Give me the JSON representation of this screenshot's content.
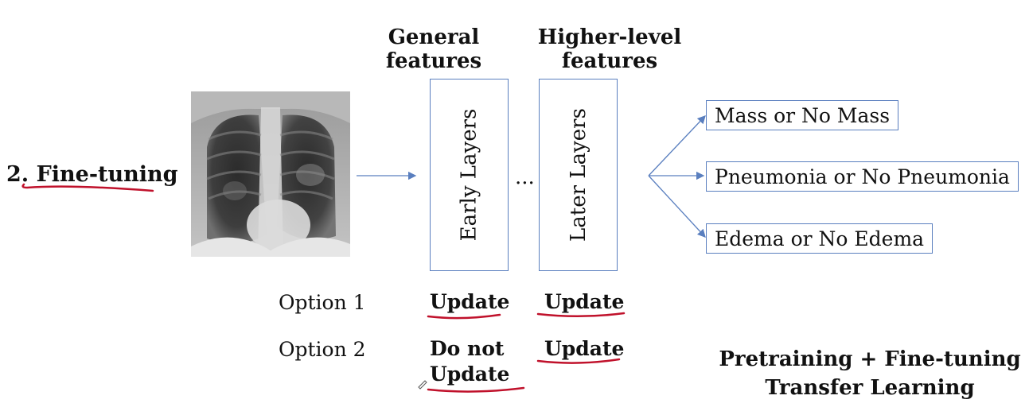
{
  "section_title": "2. Fine-tuning",
  "headers": {
    "general": [
      "General",
      "features"
    ],
    "higher": [
      "Higher-level",
      "features"
    ]
  },
  "layers": {
    "early": "Early Layers",
    "ellipsis": "...",
    "later": "Later Layers"
  },
  "outputs": [
    "Mass or No Mass",
    "Pneumonia or No Pneumonia",
    "Edema or No Edema"
  ],
  "options": [
    {
      "label": "Option 1",
      "early": [
        "Update"
      ],
      "later": "Update"
    },
    {
      "label": "Option 2",
      "early": [
        "Do not",
        "Update"
      ],
      "later": "Update"
    }
  ],
  "summary": [
    "Pretraining + Fine-tuning",
    "Transfer Learning"
  ],
  "colors": {
    "box_border": "#5a7fbf",
    "arrow": "#5a7fbf",
    "annotation_red": "#c0112b"
  }
}
